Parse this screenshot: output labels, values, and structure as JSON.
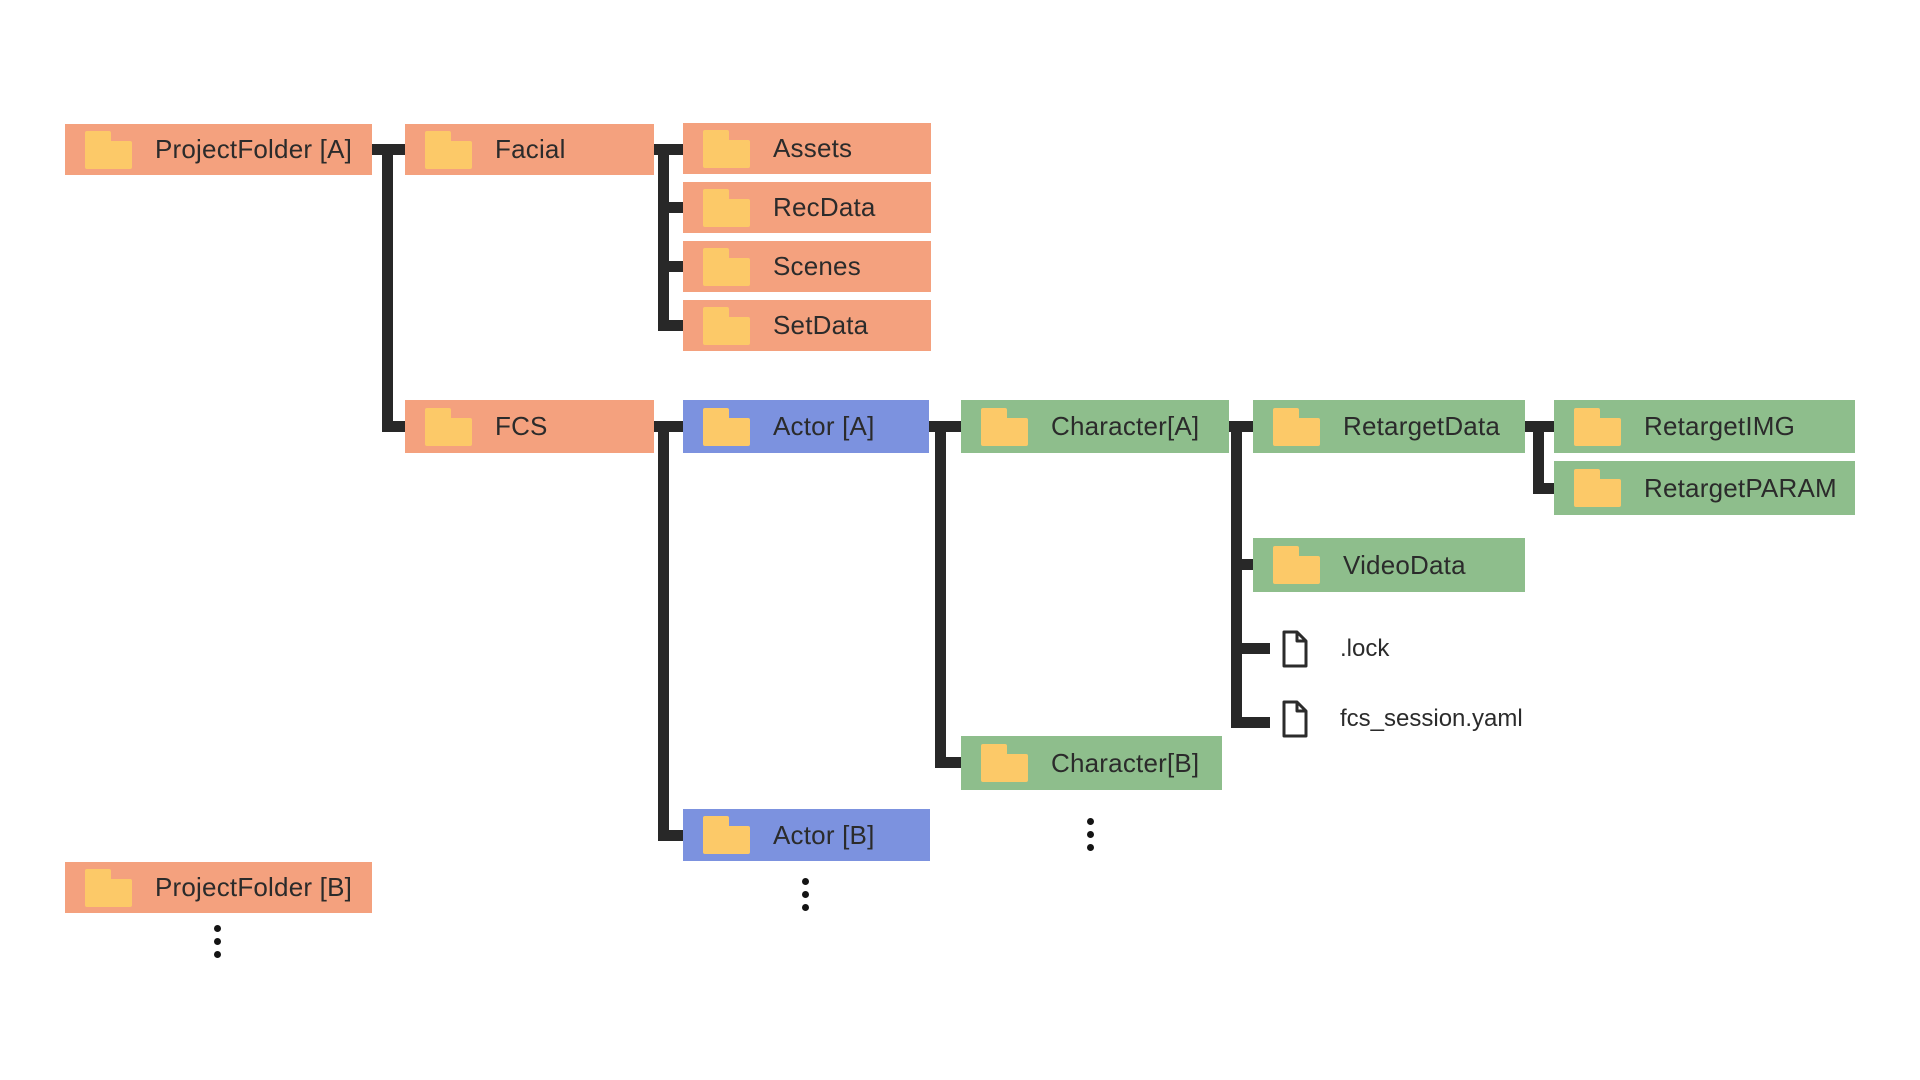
{
  "colors": {
    "project_node": "#F4A17E",
    "actor_node": "#7C92DF",
    "character_node": "#8EBE8C",
    "folder_icon": "#FCC968",
    "connector": "#282828",
    "text": "#2b2b2b",
    "background": "#ffffff"
  },
  "ellipsis_symbol": "⋮",
  "tree": {
    "projectA": {
      "label": "ProjectFolder [A]",
      "children": {
        "facial": {
          "label": "Facial",
          "children": {
            "assets": {
              "label": "Assets"
            },
            "recData": {
              "label": "RecData"
            },
            "scenes": {
              "label": "Scenes"
            },
            "setData": {
              "label": "SetData"
            }
          }
        },
        "fcs": {
          "label": "FCS",
          "children": {
            "actorA": {
              "label": "Actor [A]",
              "children": {
                "characterA": {
                  "label": "Character[A]",
                  "children": {
                    "retargetData": {
                      "label": "RetargetData",
                      "children": {
                        "retargetIMG": {
                          "label": "RetargetIMG"
                        },
                        "retargetPARAM": {
                          "label": "RetargetPARAM"
                        }
                      }
                    },
                    "videoData": {
                      "label": "VideoData"
                    },
                    "lockFile": {
                      "label": ".lock",
                      "kind": "file"
                    },
                    "sessionFile": {
                      "label": "fcs_session.yaml",
                      "kind": "file"
                    }
                  }
                },
                "characterB": {
                  "label": "Character[B]",
                  "more": "⋮"
                }
              }
            },
            "actorB": {
              "label": "Actor [B]",
              "more": "⋮"
            }
          }
        }
      }
    },
    "projectB": {
      "label": "ProjectFolder [B]",
      "more": "⋮"
    }
  }
}
